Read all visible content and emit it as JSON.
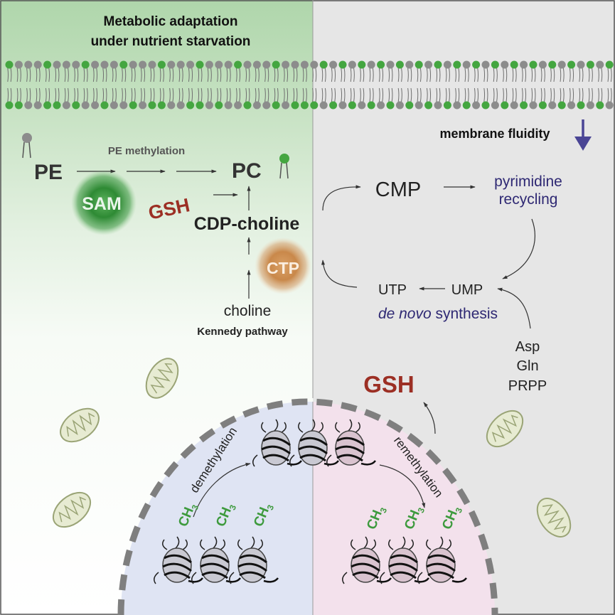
{
  "title_line1": "Metabolic adaptation",
  "title_line2": "under nutrient starvation",
  "left": {
    "pe": "PE",
    "pe_methylation": "PE methylation",
    "pc": "PC",
    "sam": "SAM",
    "gsh": "GSH",
    "cdp_choline": "CDP-choline",
    "ctp": "CTP",
    "choline": "choline",
    "kennedy": "Kennedy pathway"
  },
  "right": {
    "membrane_fluidity": "membrane fluidity",
    "cmp": "CMP",
    "pyrimidine_line1": "pyrimidine",
    "pyrimidine_line2": "recycling",
    "utp": "UTP",
    "ump": "UMP",
    "de_novo": "de novo",
    "synthesis": " synthesis",
    "asp": "Asp",
    "gln": "Gln",
    "prpp": "PRPP",
    "gsh_big": "GSH"
  },
  "nucleus": {
    "demethylation": "demethylation",
    "remethylation": "remethylation",
    "ch3": "CH",
    "ch3_sub": "3"
  },
  "colors": {
    "left_top_green": "#b3d8b0",
    "right_bg": "#e6e6e6",
    "nucleus_left": "#dfe4f3",
    "nucleus_right": "#f3e1ec",
    "gsh_red": "#9c2f24",
    "sam_green": "#1a7a2a",
    "ctp_orange": "#c98a45",
    "purple_text": "#2e2873",
    "fluidity_arrow": "#4a4595",
    "ch3_green": "#3d9a3d",
    "lipid_green": "#44a640",
    "lipid_grey": "#8c8c8c",
    "mito_fill": "#e7ebd2",
    "mito_stroke": "#9aa476"
  }
}
